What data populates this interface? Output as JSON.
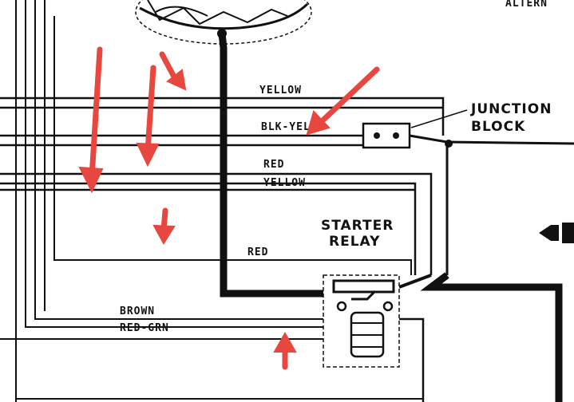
{
  "labels": {
    "top_right": "ALTERN",
    "yellow_top": "YELLOW",
    "blk_yel": "BLK-YEL",
    "red_1": "RED",
    "yellow_2": "YELLOW",
    "red_2": "RED",
    "brown": "BROWN",
    "red_grn": "RED-GRN",
    "junction_1": "JUNCTION",
    "junction_2": "BLOCK",
    "starter_1": "STARTER",
    "starter_2": "RELAY"
  },
  "colors": {
    "wire": "#111111",
    "arrow": "#e8473f",
    "background": "#ffffff"
  }
}
